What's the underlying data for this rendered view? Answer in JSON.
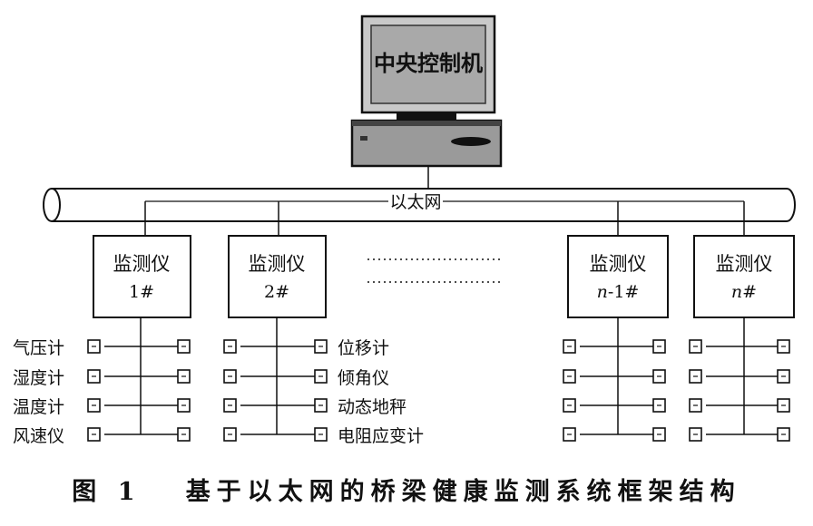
{
  "central": {
    "label": "中央控制机"
  },
  "network": {
    "label": "以太网"
  },
  "monitors": [
    {
      "name": "监测仪",
      "id": "1#"
    },
    {
      "name": "监测仪",
      "id": "2#"
    },
    {
      "name": "监测仪",
      "id_prefix": "n",
      "id_suffix": "-1#"
    },
    {
      "name": "监测仪",
      "id_prefix": "n",
      "id_suffix": "#"
    }
  ],
  "sensors_left": [
    "气压计",
    "湿度计",
    "温度计",
    "风速仪"
  ],
  "sensors_right": [
    "位移计",
    "倾角仪",
    "动态地秤",
    "电阻应变计"
  ],
  "caption": {
    "figure": "图 1",
    "title": "基于以太网的桥梁健康监测系统框架结构"
  }
}
